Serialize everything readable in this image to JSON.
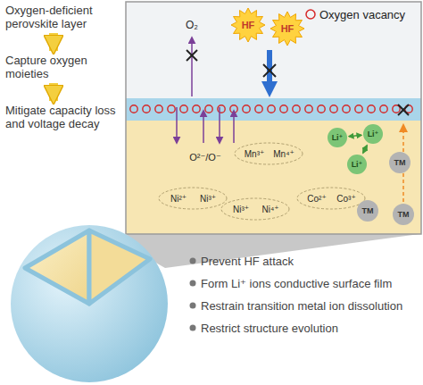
{
  "diagram": {
    "nodes": [
      {
        "text": [
          "Oxygen-deficient perovskite layer"
        ]
      },
      {
        "text": [
          "Capture oxygen moieties"
        ]
      },
      {
        "text": [
          "Mitigate capacity loss and voltage decay"
        ]
      },
      {
        "text": [
          "HF"
        ]
      },
      {
        "text": [
          "HF"
        ]
      },
      {
        "text": [
          "Li⁺"
        ]
      },
      {
        "text": [
          "Li⁺"
        ]
      },
      {
        "text": [
          "Li⁺"
        ]
      },
      {
        "text": [
          "TM"
        ]
      },
      {
        "text": [
          "TM"
        ]
      },
      {
        "text": [
          "TM"
        ]
      }
    ],
    "edges": [
      {
        "from": 0,
        "to": 1,
        "arrow": "to"
      },
      {
        "from": 1,
        "to": 2,
        "arrow": "to"
      },
      {
        "from": 5,
        "to": 6,
        "arrow": "both"
      },
      {
        "from": 6,
        "to": 7,
        "arrow": "both"
      }
    ],
    "labels": [
      "O₂",
      "O²⁻/O⁻",
      "Mn³⁺",
      "Mn⁴⁺",
      "Ni²⁺",
      "Ni³⁺",
      "Ni³⁺",
      "Ni⁴⁺",
      "Co²⁺",
      "Co³⁺",
      "Prevent HF attack",
      "Form Li⁺ ions conductive surface film",
      "Restrain transition metal ion dissolution",
      "Restrict structure evolution"
    ],
    "legend": [
      {
        "text": "Oxygen vacancy"
      }
    ]
  }
}
